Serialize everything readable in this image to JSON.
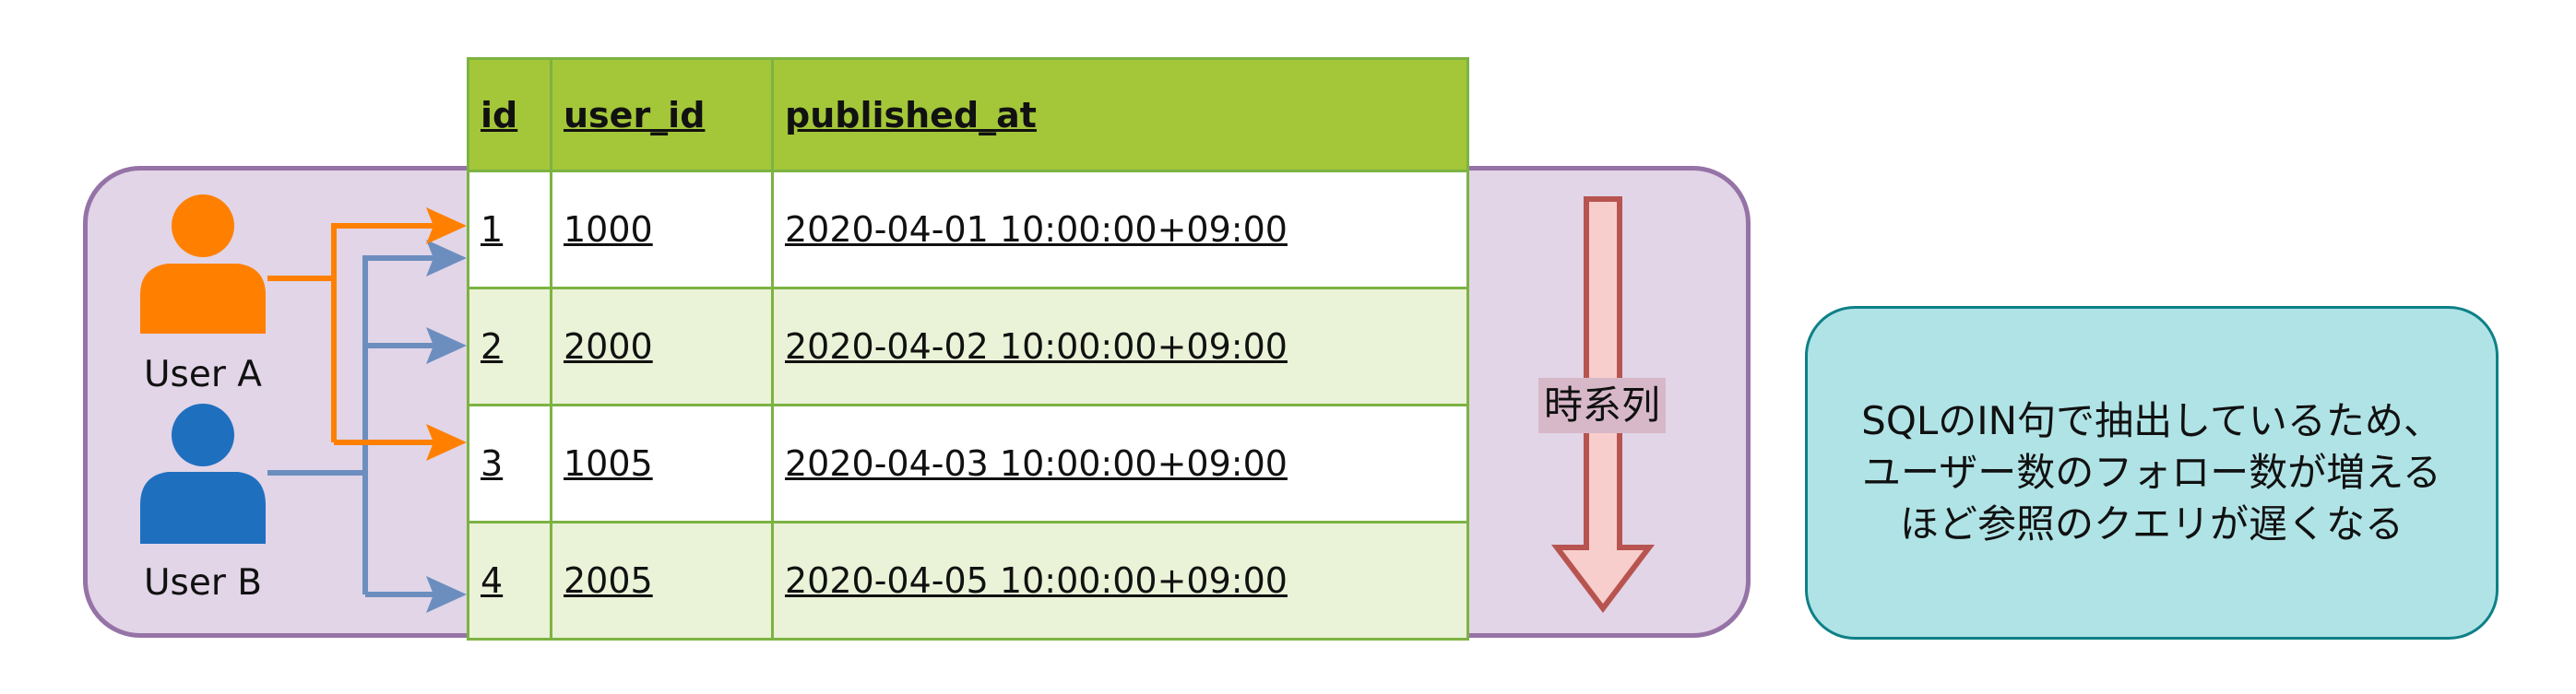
{
  "users": [
    {
      "label": "User A",
      "color": "#ff8000",
      "icon": "user-icon"
    },
    {
      "label": "User B",
      "color": "#1f6fbf",
      "icon": "user-icon"
    }
  ],
  "table": {
    "header_color": "#a4c639",
    "columns": [
      "id",
      "user_id",
      "published_at"
    ],
    "rows": [
      {
        "id": "1",
        "user_id": "1000",
        "published_at": "2020-04-01 10:00:00+09:00"
      },
      {
        "id": "2",
        "user_id": "2000",
        "published_at": "2020-04-02 10:00:00+09:00"
      },
      {
        "id": "3",
        "user_id": "1005",
        "published_at": "2020-04-03 10:00:00+09:00"
      },
      {
        "id": "4",
        "user_id": "2005",
        "published_at": "2020-04-05 10:00:00+09:00"
      }
    ]
  },
  "time_label": "時系列",
  "note": [
    "SQLのIN句で抽出しているため、",
    "ユーザー数のフォロー数が増える",
    "ほど参照のクエリが遅くなる"
  ],
  "colors": {
    "panel_fill": "#e1d5e7",
    "panel_stroke": "#9673a6",
    "note_fill": "#b0e3e6",
    "arrow_a": "#ff8000",
    "arrow_b": "#6c8ebf",
    "time_arrow": "#f8cecc"
  }
}
